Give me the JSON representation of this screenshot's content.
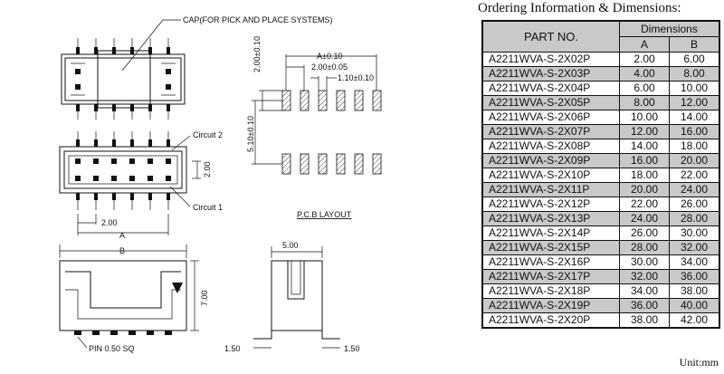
{
  "drawing": {
    "cap_label": "CAP(FOR PICK AND PLACE SYSTEMS)",
    "circuit2_label": "Circuit 2",
    "circuit1_label": "Circuit 1",
    "pcb_layout_label": "P.C.B LAYOUT",
    "pin_label": "PIN 0.50 SQ",
    "dim_a_label": "A",
    "dim_b_label": "B",
    "dim_pitch_bottom": "2.00",
    "dim_pitch_side": "2.00",
    "dim_height": "7.00",
    "dim_width": "5.00",
    "dim_foot_left": "1.50",
    "dim_foot_right": "1.50",
    "pcb_a_tol": "A±0.10",
    "pcb_pitch_tol": "2.00±0.05",
    "pcb_pad_tol": "1.10±0.10",
    "pcb_pad_len": "2.00±0.10",
    "pcb_row_gap": "5.10±0.10"
  },
  "ordering": {
    "title": "Ordering Information & Dimensions:",
    "header_part": "PART NO.",
    "header_dimensions": "Dimensions",
    "header_a": "A",
    "header_b": "B",
    "rows": [
      {
        "part": "A2211WVA-S-2X02P",
        "a": "2.00",
        "b": "6.00"
      },
      {
        "part": "A2211WVA-S-2X03P",
        "a": "4.00",
        "b": "8.00"
      },
      {
        "part": "A2211WVA-S-2X04P",
        "a": "6.00",
        "b": "10.00"
      },
      {
        "part": "A2211WVA-S-2X05P",
        "a": "8.00",
        "b": "12.00"
      },
      {
        "part": "A2211WVA-S-2X06P",
        "a": "10.00",
        "b": "14.00"
      },
      {
        "part": "A2211WVA-S-2X07P",
        "a": "12.00",
        "b": "16.00"
      },
      {
        "part": "A2211WVA-S-2X08P",
        "a": "14.00",
        "b": "18.00"
      },
      {
        "part": "A2211WVA-S-2X09P",
        "a": "16.00",
        "b": "20.00"
      },
      {
        "part": "A2211WVA-S-2X10P",
        "a": "18.00",
        "b": "22.00"
      },
      {
        "part": "A2211WVA-S-2X11P",
        "a": "20.00",
        "b": "24.00"
      },
      {
        "part": "A2211WVA-S-2X12P",
        "a": "22.00",
        "b": "26.00"
      },
      {
        "part": "A2211WVA-S-2X13P",
        "a": "24.00",
        "b": "28.00"
      },
      {
        "part": "A2211WVA-S-2X14P",
        "a": "26.00",
        "b": "30.00"
      },
      {
        "part": "A2211WVA-S-2X15P",
        "a": "28.00",
        "b": "32.00"
      },
      {
        "part": "A2211WVA-S-2X16P",
        "a": "30.00",
        "b": "34.00"
      },
      {
        "part": "A2211WVA-S-2X17P",
        "a": "32.00",
        "b": "36.00"
      },
      {
        "part": "A2211WVA-S-2X18P",
        "a": "34.00",
        "b": "38.00"
      },
      {
        "part": "A2211WVA-S-2X19P",
        "a": "36.00",
        "b": "40.00"
      },
      {
        "part": "A2211WVA-S-2X20P",
        "a": "38.00",
        "b": "42.00"
      }
    ],
    "unit": "Unit:mm"
  }
}
